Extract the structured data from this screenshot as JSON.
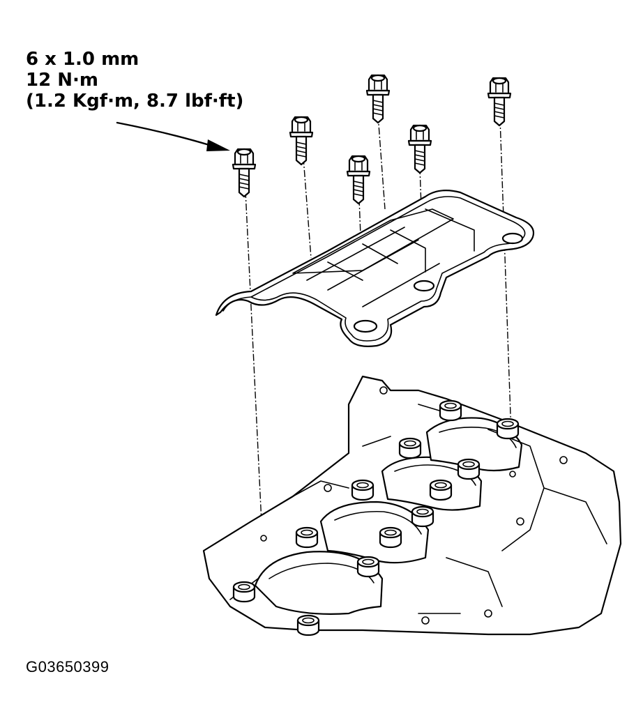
{
  "callout": {
    "thread": "6 x 1.0 mm",
    "torque": "12 N·m",
    "torque_alt": "(1.2 Kgf·m, 8.7 lbf·ft)"
  },
  "figure_id": "G03650399"
}
